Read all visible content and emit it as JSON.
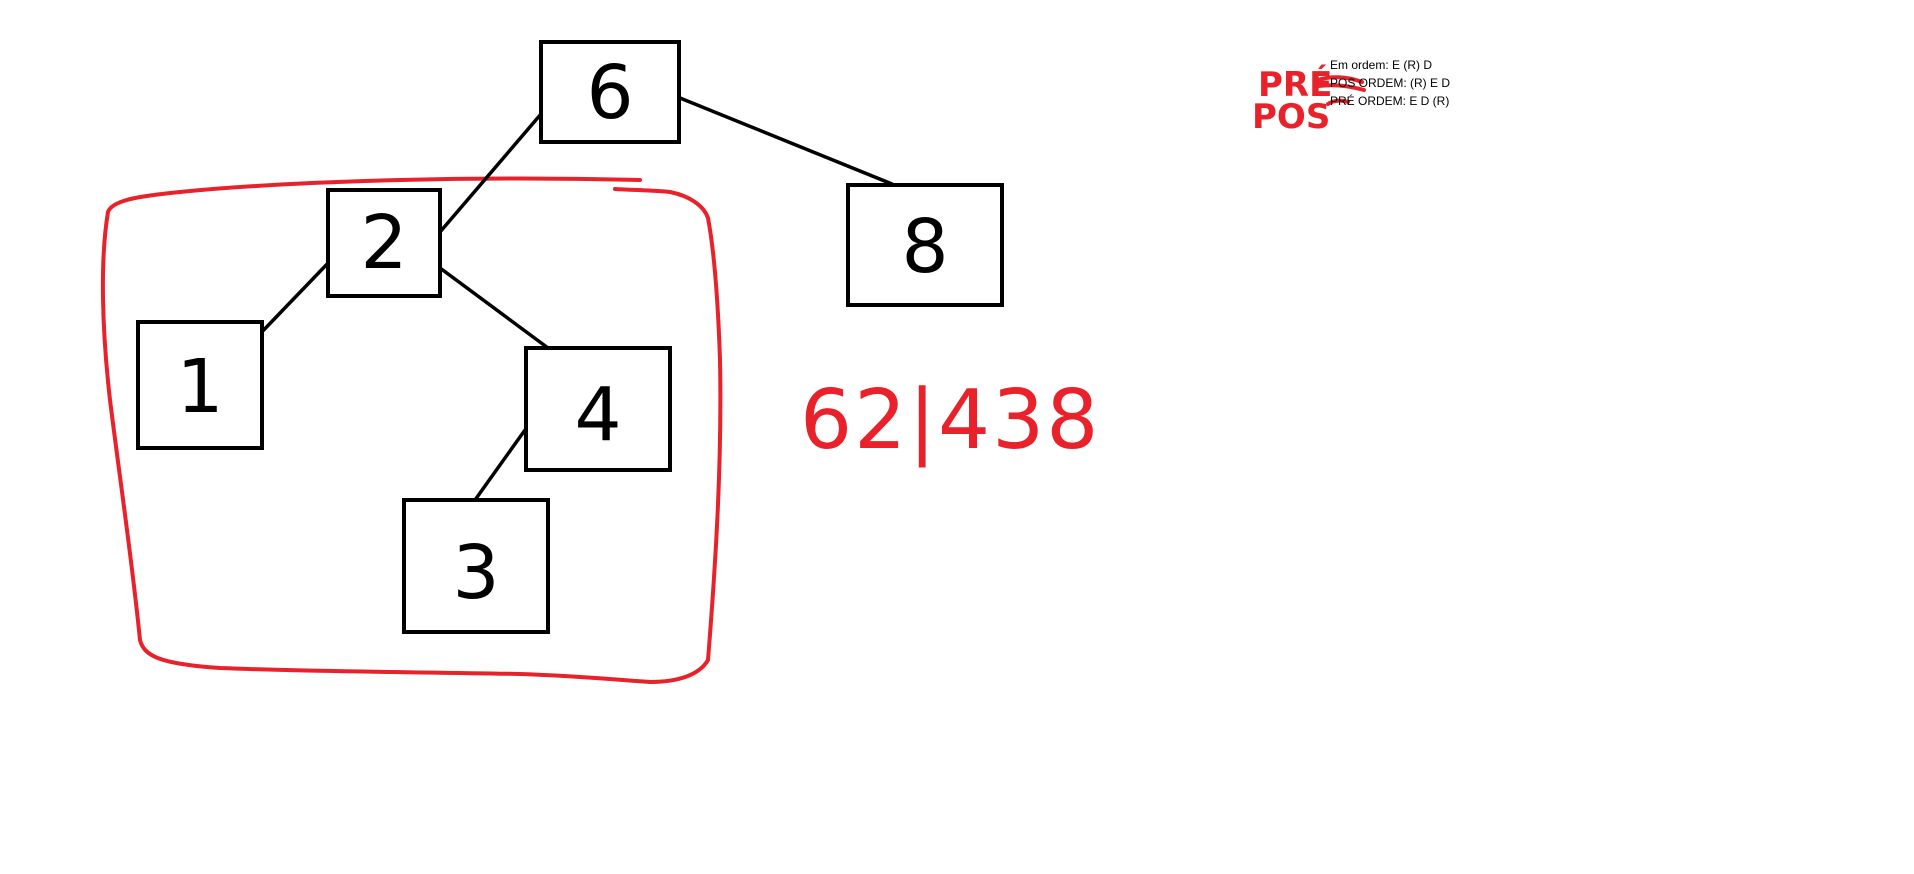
{
  "diagram": {
    "nodes": [
      {
        "id": "6",
        "label": "6"
      },
      {
        "id": "2",
        "label": "2"
      },
      {
        "id": "8",
        "label": "8"
      },
      {
        "id": "1",
        "label": "1"
      },
      {
        "id": "4",
        "label": "4"
      },
      {
        "id": "3",
        "label": "3"
      }
    ],
    "edges": [
      {
        "from": "6",
        "to": "2"
      },
      {
        "from": "6",
        "to": "8"
      },
      {
        "from": "2",
        "to": "1"
      },
      {
        "from": "2",
        "to": "4"
      },
      {
        "from": "4",
        "to": "3"
      }
    ],
    "handwritten_sequence": "62|438",
    "annotations": {
      "pre": "PRÉ",
      "pos": "POS"
    },
    "legend": [
      "Em ordem: E (R) D",
      "POS ORDEM: (R) E D",
      "PRÉ ORDEM: E D (R)"
    ],
    "colors": {
      "ink": "#000000",
      "annotation": "#e8212a",
      "background": "#ffffff"
    }
  }
}
